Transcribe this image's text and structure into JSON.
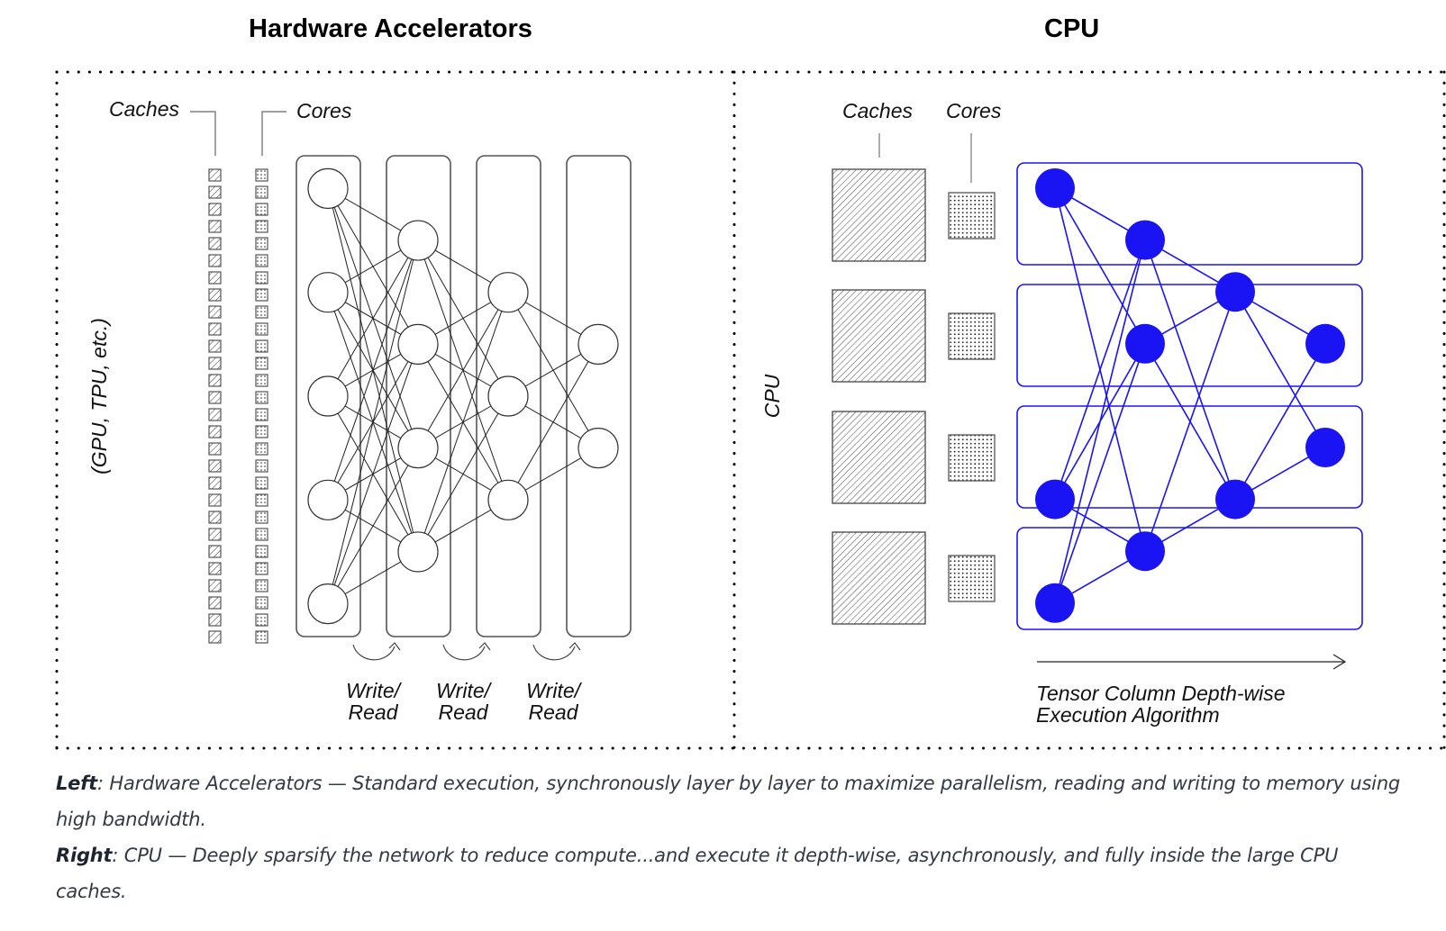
{
  "titles": {
    "left": "Hardware Accelerators",
    "right": "CPU"
  },
  "left_panel": {
    "side_label": "(GPU, TPU, etc.)",
    "caches_label": "Caches",
    "cores_label": "Cores",
    "unit_count": 28,
    "layers": [
      5,
      4,
      3,
      2
    ],
    "write_read_labels": [
      {
        "line1": "Write/",
        "line2": "Read"
      },
      {
        "line1": "Write/",
        "line2": "Read"
      },
      {
        "line1": "Write/",
        "line2": "Read"
      }
    ]
  },
  "right_panel": {
    "side_label": "CPU",
    "caches_label": "Caches",
    "cores_label": "Cores",
    "cache_count": 4,
    "arrow_label_line1": "Tensor Column Depth-wise",
    "arrow_label_line2": "Execution Algorithm",
    "node_color": "#1a14f5",
    "nodes": [
      {
        "id": "A",
        "layer": 0,
        "row": 0
      },
      {
        "id": "B",
        "layer": 1,
        "row": 1
      },
      {
        "id": "C",
        "layer": 2,
        "row": 2
      },
      {
        "id": "D",
        "layer": 1,
        "row": 3
      },
      {
        "id": "E",
        "layer": 3,
        "row": 3
      },
      {
        "id": "F",
        "layer": 3,
        "row": 5
      },
      {
        "id": "G",
        "layer": 0,
        "row": 6
      },
      {
        "id": "H",
        "layer": 2,
        "row": 6
      },
      {
        "id": "I",
        "layer": 1,
        "row": 7
      },
      {
        "id": "J",
        "layer": 0,
        "row": 8
      }
    ],
    "edges": [
      [
        "A",
        "B"
      ],
      [
        "A",
        "D"
      ],
      [
        "A",
        "I"
      ],
      [
        "B",
        "C"
      ],
      [
        "B",
        "G"
      ],
      [
        "B",
        "J"
      ],
      [
        "B",
        "H"
      ],
      [
        "D",
        "C"
      ],
      [
        "D",
        "G"
      ],
      [
        "D",
        "J"
      ],
      [
        "D",
        "H"
      ],
      [
        "C",
        "E"
      ],
      [
        "C",
        "F"
      ],
      [
        "C",
        "I"
      ],
      [
        "E",
        "H"
      ],
      [
        "F",
        "H"
      ],
      [
        "G",
        "I"
      ],
      [
        "J",
        "I"
      ],
      [
        "H",
        "I"
      ]
    ]
  },
  "caption": {
    "left_bold": "Left",
    "left_text": ": Hardware Accelerators — Standard execution, synchronously layer by layer to maximize parallelism, reading and writing to memory using high bandwidth.",
    "right_bold": "Right",
    "right_text": ": CPU — Deeply sparsify the network to reduce compute...and execute it depth-wise, asynchronously, and fully inside the large CPU caches."
  }
}
